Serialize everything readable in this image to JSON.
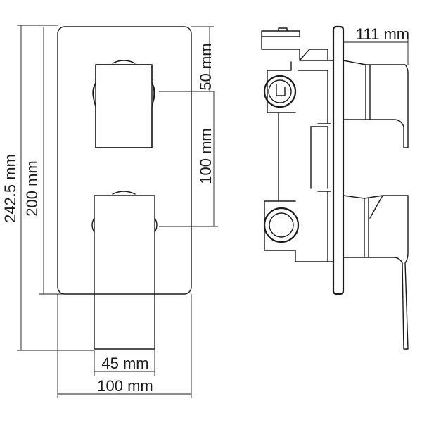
{
  "dimensions": {
    "total_height": "242.5 mm",
    "plate_height": "200 mm",
    "spacing_top": "50 mm",
    "spacing_middle": "100 mm",
    "handle_width": "45 mm",
    "plate_width": "100 mm",
    "depth": "111 mm"
  },
  "colors": {
    "line": "#1a1a1a",
    "background": "#ffffff"
  }
}
